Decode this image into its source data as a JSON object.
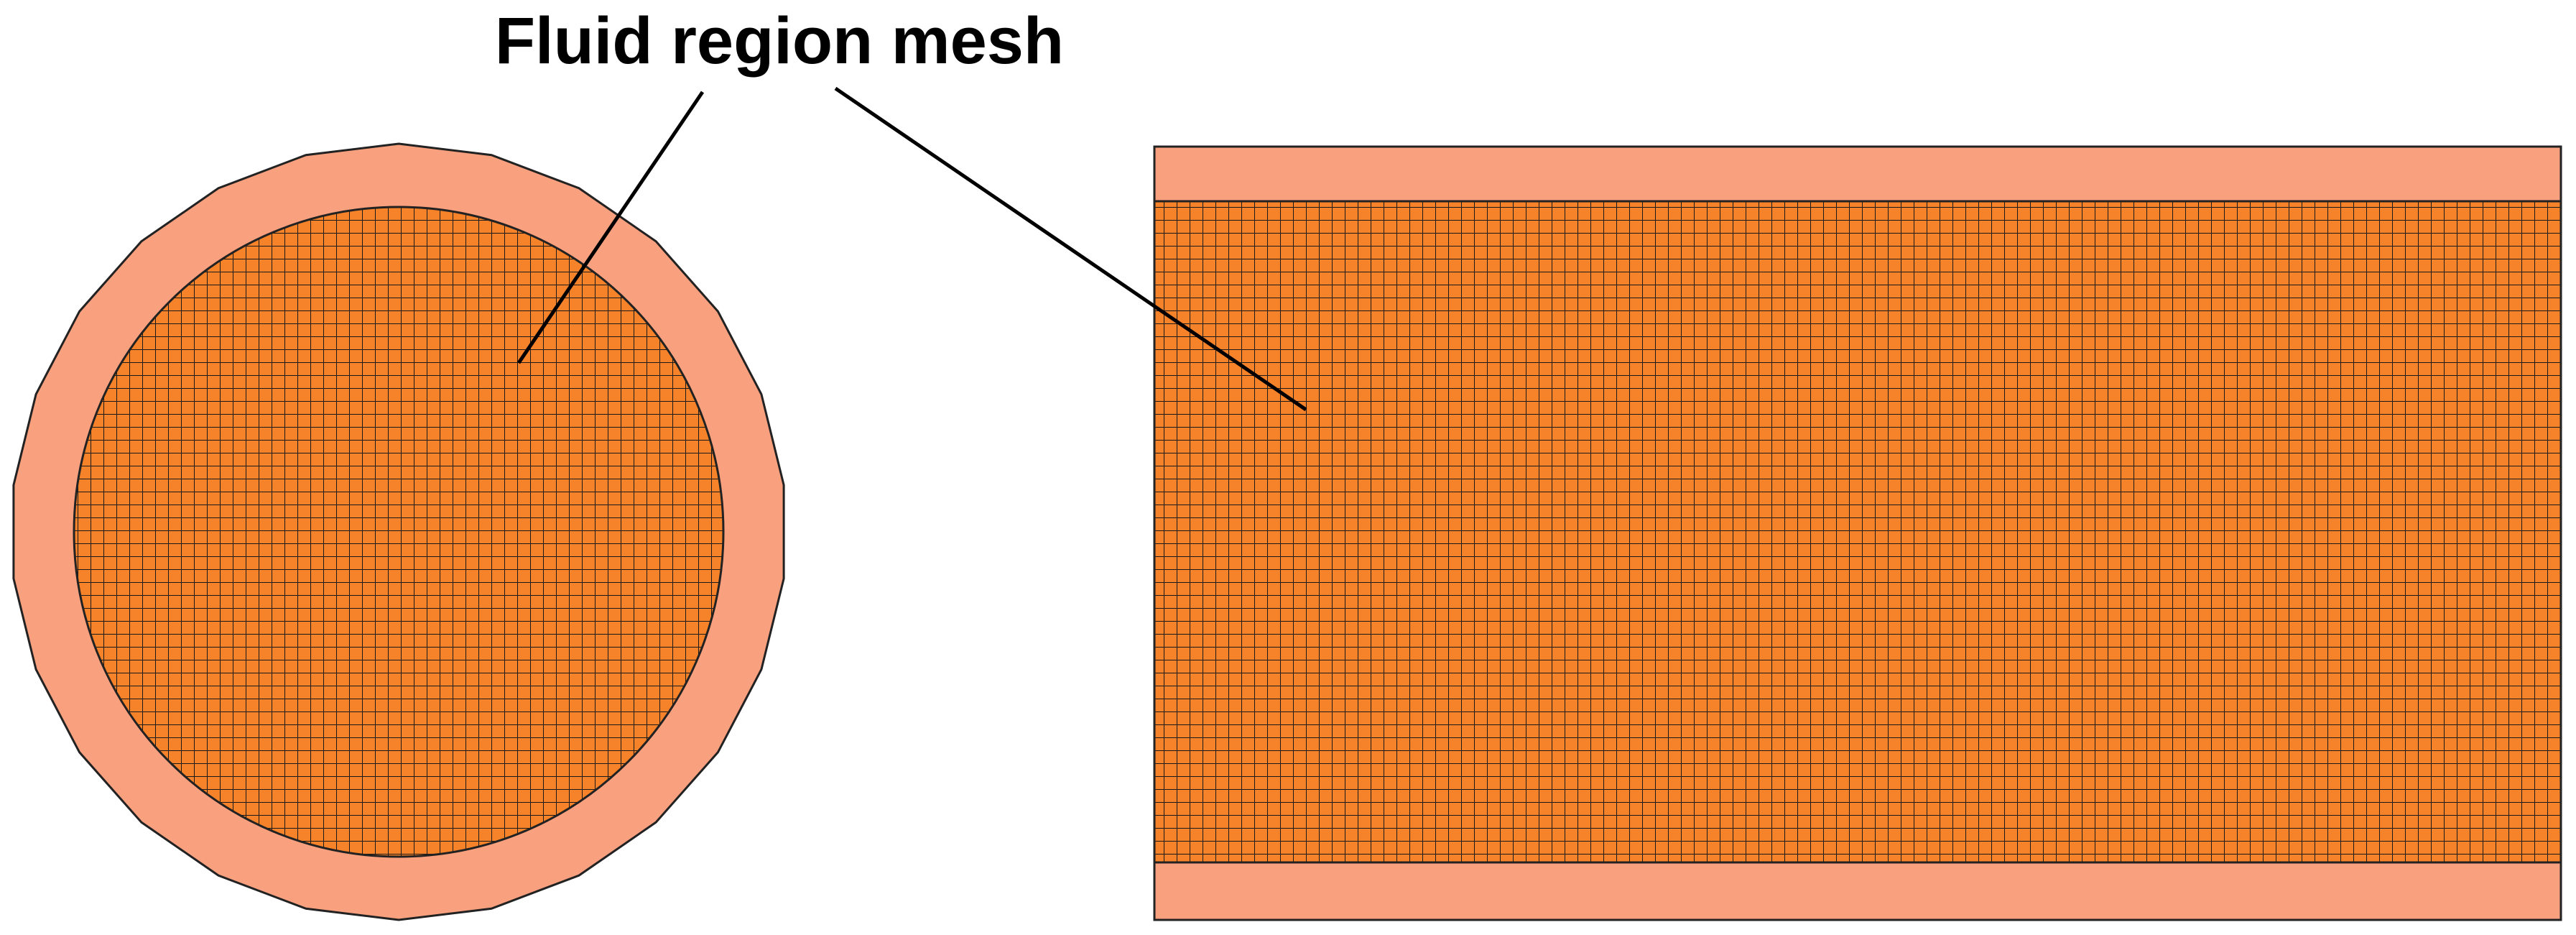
{
  "annotation": {
    "label": "Fluid region mesh"
  },
  "colors": {
    "pipe_wall": "#F9A07F",
    "fluid_region": "#F6822A",
    "mesh_line": "#1a1a1a",
    "outline": "#222222",
    "leader_line": "#000000"
  },
  "views": {
    "cross_section": {
      "shape": "circle",
      "wall_polygon_sides": 26
    },
    "longitudinal_section": {
      "shape": "rectangle"
    }
  }
}
